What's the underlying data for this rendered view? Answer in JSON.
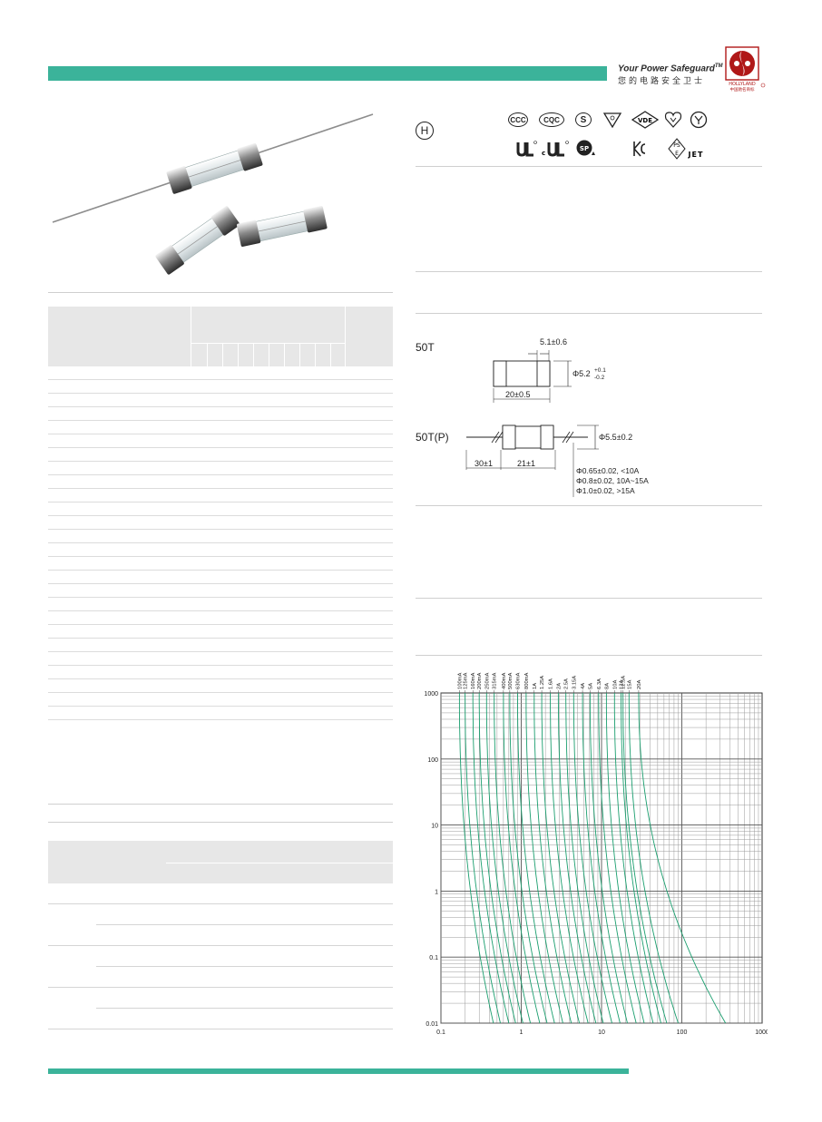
{
  "header": {
    "tagline": "Your Power Safeguard",
    "trademark": "TM",
    "tagline_cn": "您的电路安全卫士",
    "logo_text": "HOLLYLAND",
    "logo_cn": "中国驰名商标"
  },
  "colors": {
    "accent": "#3bb39a",
    "curve": "#1a9e6e",
    "table_head": "#e7e7e7"
  },
  "certifications": [
    "CCC",
    "CQC",
    "S",
    "VDE-triangle",
    "VDE",
    "KC-heart",
    "PSE-round",
    "UL",
    "cUL",
    "CSA",
    "KC",
    "PSE-JET"
  ],
  "cert_labels": {
    "h_mark": "H",
    "ccc": "CCC",
    "cqc": "CQC",
    "s": "S",
    "vde": "VDE",
    "jet": "JET",
    "ps": "PS",
    "e": "E"
  },
  "dimensions": {
    "type1": {
      "label": "50T",
      "cap_width": "5.1±0.6",
      "diameter": "Φ5.2",
      "diameter_tol_plus": "+0.1",
      "diameter_tol_minus": "-0.2",
      "length": "20±0.5"
    },
    "type2": {
      "label": "50T(P)",
      "diameter": "Φ5.5±0.2",
      "lead_length": "30±1",
      "body_length": "21±1",
      "lead_d1": "Φ0.65±0.02, <10A",
      "lead_d2": "Φ0.8±0.02, 10A~15A",
      "lead_d3": "Φ1.0±0.02, >15A"
    }
  },
  "chart_data": {
    "type": "line",
    "xscale": "log",
    "yscale": "log",
    "xlim": [
      0.1,
      1000
    ],
    "ylim": [
      0.01,
      1000
    ],
    "x_ticks": [
      "0.1",
      "1",
      "10",
      "100",
      "1000"
    ],
    "y_ticks": [
      "1000",
      "100",
      "10",
      "1",
      "0.1",
      "0.01"
    ],
    "grid": true,
    "series": [
      {
        "name": "100mA",
        "x_at_1000s": 0.17,
        "x_at_0_01s": 0.45
      },
      {
        "name": "125mA",
        "x_at_1000s": 0.2,
        "x_at_0_01s": 0.55
      },
      {
        "name": "160mA",
        "x_at_1000s": 0.25,
        "x_at_0_01s": 0.7
      },
      {
        "name": "200mA",
        "x_at_1000s": 0.3,
        "x_at_0_01s": 0.85
      },
      {
        "name": "250mA",
        "x_at_1000s": 0.37,
        "x_at_0_01s": 1.05
      },
      {
        "name": "315mA",
        "x_at_1000s": 0.46,
        "x_at_0_01s": 1.3
      },
      {
        "name": "400mA",
        "x_at_1000s": 0.6,
        "x_at_0_01s": 1.7
      },
      {
        "name": "500mA",
        "x_at_1000s": 0.72,
        "x_at_0_01s": 2.1
      },
      {
        "name": "630mA",
        "x_at_1000s": 0.9,
        "x_at_0_01s": 2.6
      },
      {
        "name": "800mA",
        "x_at_1000s": 1.15,
        "x_at_0_01s": 3.3
      },
      {
        "name": "1A",
        "x_at_1000s": 1.45,
        "x_at_0_01s": 4.2
      },
      {
        "name": "1.25A",
        "x_at_1000s": 1.8,
        "x_at_0_01s": 5.3
      },
      {
        "name": "1.6A",
        "x_at_1000s": 2.3,
        "x_at_0_01s": 6.8
      },
      {
        "name": "2A",
        "x_at_1000s": 2.9,
        "x_at_0_01s": 8.5
      },
      {
        "name": "2.5A",
        "x_at_1000s": 3.6,
        "x_at_0_01s": 10.5
      },
      {
        "name": "3.15A",
        "x_at_1000s": 4.5,
        "x_at_0_01s": 13.5
      },
      {
        "name": "4A",
        "x_at_1000s": 5.8,
        "x_at_0_01s": 17
      },
      {
        "name": "5A",
        "x_at_1000s": 7.2,
        "x_at_0_01s": 21
      },
      {
        "name": "6.3A",
        "x_at_1000s": 9.2,
        "x_at_0_01s": 27
      },
      {
        "name": "8A",
        "x_at_1000s": 11.5,
        "x_at_0_01s": 34
      },
      {
        "name": "10A",
        "x_at_1000s": 14.5,
        "x_at_0_01s": 44
      },
      {
        "name": "12A",
        "x_at_1000s": 17.5,
        "x_at_0_01s": 55
      },
      {
        "name": "12.5A",
        "x_at_1000s": 18.5,
        "x_at_0_01s": 65
      },
      {
        "name": "15A",
        "x_at_1000s": 22,
        "x_at_0_01s": 90
      },
      {
        "name": "20A",
        "x_at_1000s": 29,
        "x_at_0_01s": 350
      }
    ]
  }
}
